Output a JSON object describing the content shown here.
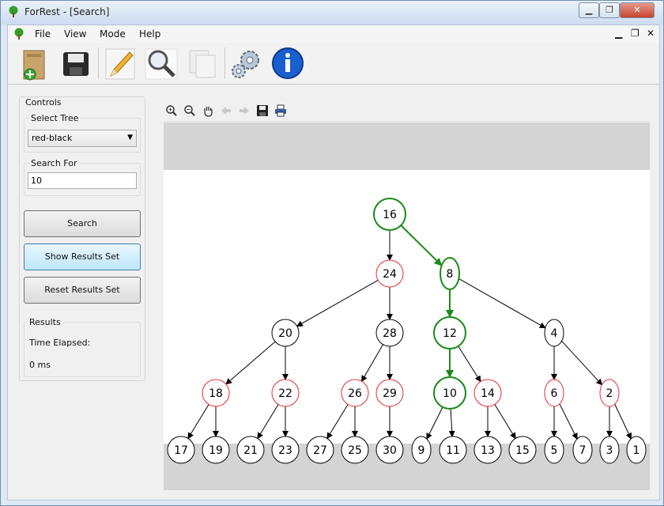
{
  "window": {
    "title": "ForRest - [Search]"
  },
  "menu": {
    "file": "File",
    "view": "View",
    "mode": "Mode",
    "help": "Help"
  },
  "toolbar": {
    "icons": [
      "new-tree-icon",
      "save-icon",
      "edit-pencil-icon",
      "search-magnifier-icon",
      "copy-icon",
      "settings-gears-icon",
      "info-icon"
    ]
  },
  "controls": {
    "group_label": "Controls",
    "select_tree_label": "Select Tree",
    "select_tree_value": "red-black",
    "search_for_label": "Search For",
    "search_value": "10",
    "search_button": "Search",
    "show_results_button": "Show Results Set",
    "reset_results_button": "Reset Results Set",
    "results_label": "Results",
    "time_elapsed_label": "Time Elapsed:",
    "time_elapsed_value": "0 ms"
  },
  "viewer_toolbar": {
    "icons": [
      "zoom-in-icon",
      "zoom-out-icon",
      "pan-hand-icon",
      "back-arrow-icon",
      "forward-arrow-icon",
      "save-image-icon",
      "print-icon"
    ]
  },
  "tree": {
    "colors": {
      "black": "#000000",
      "red": "#e03030",
      "path": "#1a8a1a"
    },
    "nodes": [
      {
        "id": "16",
        "color": "black",
        "path": true
      },
      {
        "id": "24",
        "color": "red"
      },
      {
        "id": "8",
        "color": "black",
        "path": true
      },
      {
        "id": "20",
        "color": "black"
      },
      {
        "id": "28",
        "color": "black"
      },
      {
        "id": "12",
        "color": "black",
        "path": true
      },
      {
        "id": "4",
        "color": "black"
      },
      {
        "id": "18",
        "color": "red"
      },
      {
        "id": "22",
        "color": "red"
      },
      {
        "id": "26",
        "color": "red"
      },
      {
        "id": "29",
        "color": "red"
      },
      {
        "id": "10",
        "color": "black",
        "path": true
      },
      {
        "id": "14",
        "color": "red"
      },
      {
        "id": "6",
        "color": "red"
      },
      {
        "id": "2",
        "color": "red"
      },
      {
        "id": "17",
        "color": "black"
      },
      {
        "id": "19",
        "color": "black"
      },
      {
        "id": "21",
        "color": "black"
      },
      {
        "id": "23",
        "color": "black"
      },
      {
        "id": "27",
        "color": "black"
      },
      {
        "id": "25",
        "color": "black"
      },
      {
        "id": "30",
        "color": "black"
      },
      {
        "id": "9",
        "color": "black"
      },
      {
        "id": "11",
        "color": "black"
      },
      {
        "id": "13",
        "color": "black"
      },
      {
        "id": "15",
        "color": "black"
      },
      {
        "id": "5",
        "color": "black"
      },
      {
        "id": "7",
        "color": "black"
      },
      {
        "id": "3",
        "color": "black"
      },
      {
        "id": "1",
        "color": "black"
      }
    ],
    "edges": [
      [
        "16",
        "24"
      ],
      [
        "16",
        "8"
      ],
      [
        "24",
        "20"
      ],
      [
        "24",
        "28"
      ],
      [
        "8",
        "12"
      ],
      [
        "8",
        "4"
      ],
      [
        "20",
        "18"
      ],
      [
        "20",
        "22"
      ],
      [
        "28",
        "26"
      ],
      [
        "28",
        "29"
      ],
      [
        "12",
        "10"
      ],
      [
        "12",
        "14"
      ],
      [
        "4",
        "6"
      ],
      [
        "4",
        "2"
      ],
      [
        "18",
        "17"
      ],
      [
        "18",
        "19"
      ],
      [
        "22",
        "21"
      ],
      [
        "22",
        "23"
      ],
      [
        "26",
        "27"
      ],
      [
        "26",
        "25"
      ],
      [
        "29",
        "30"
      ],
      [
        "10",
        "9"
      ],
      [
        "10",
        "11"
      ],
      [
        "14",
        "13"
      ],
      [
        "14",
        "15"
      ],
      [
        "6",
        "5"
      ],
      [
        "6",
        "7"
      ],
      [
        "2",
        "3"
      ],
      [
        "2",
        "1"
      ]
    ]
  }
}
